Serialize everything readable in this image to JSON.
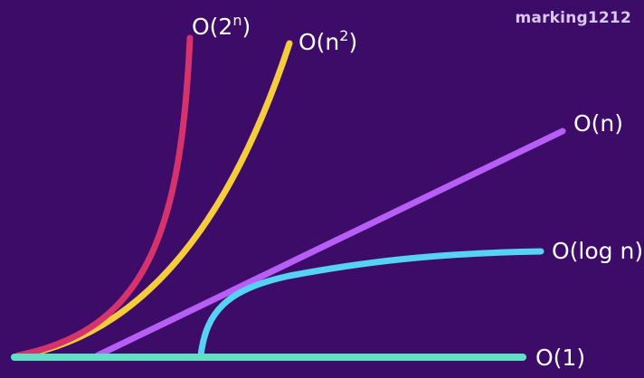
{
  "watermark": "marking1212",
  "background": "#3d0b68",
  "curves": [
    {
      "id": "exponential",
      "label": "O(2",
      "superscript": "n",
      "suffix": ")",
      "color": "#d6336c"
    },
    {
      "id": "quadratic",
      "label": "O(n",
      "superscript": "2",
      "suffix": ")",
      "color": "#f5cd3c"
    },
    {
      "id": "linear",
      "label": "O(n)",
      "color": "#b65ef5"
    },
    {
      "id": "logarithmic",
      "label": "O(log n)",
      "color": "#56d2f3"
    },
    {
      "id": "constant",
      "label": "O(1)",
      "color": "#5fe0c4"
    }
  ]
}
